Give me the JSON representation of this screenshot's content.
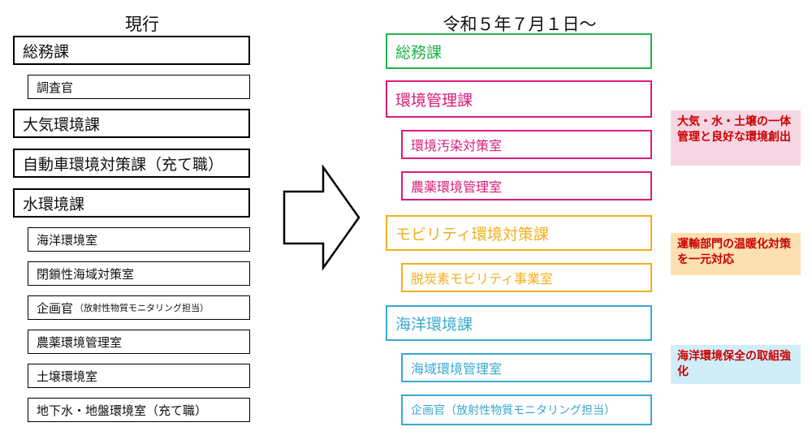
{
  "colors": {
    "green": "#22b24c",
    "pink": "#d81b7a",
    "orange": "#f0b01e",
    "cyan": "#3aa8cf",
    "note_text": "#cc0000",
    "note_pink": "#f7d6e4",
    "note_orange": "#fde0b2",
    "note_cyan": "#cfeef7"
  },
  "current": {
    "title": "現行",
    "items": [
      {
        "label": "総務課"
      },
      {
        "label": "調査官"
      },
      {
        "label": "大気環境課"
      },
      {
        "label": "自動車環境対策課（充て職）"
      },
      {
        "label": "水環境課"
      },
      {
        "label": "海洋環境室"
      },
      {
        "label": "閉鎖性海域対策室"
      },
      {
        "label": "企画官",
        "note": "（放射性物質モニタリング担当）"
      },
      {
        "label": "農薬環境管理室"
      },
      {
        "label": "土壌環境室"
      },
      {
        "label": "地下水・地盤環境室（充て職）"
      }
    ]
  },
  "arrow": {
    "icon": "right-arrow-icon"
  },
  "future": {
    "title": "令和５年７月１日～",
    "items": [
      {
        "label": "総務課"
      },
      {
        "label": "環境管理課"
      },
      {
        "label": "環境汚染対策室"
      },
      {
        "label": "農薬環境管理室"
      },
      {
        "label": "モビリティ環境対策課"
      },
      {
        "label": "脱炭素モビリティ事業室"
      },
      {
        "label": "海洋環境課"
      },
      {
        "label": "海域環境管理室"
      },
      {
        "label": "企画官（放射性物質モニタリング担当）"
      }
    ]
  },
  "notes": [
    {
      "text": "大気・水・土壌の一体管理と良好な環境創出"
    },
    {
      "text": "運輸部門の温暖化対策を一元対応"
    },
    {
      "text": "海洋環境保全の取組強化"
    }
  ]
}
